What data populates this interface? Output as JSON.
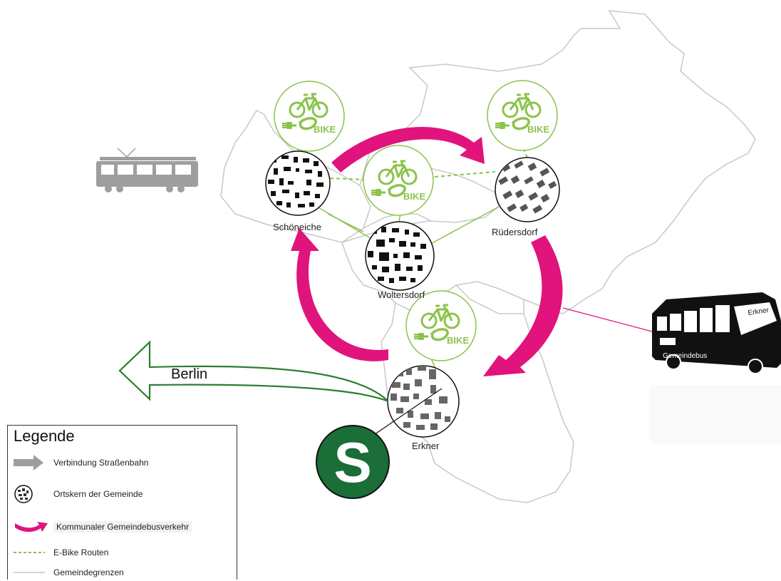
{
  "towns": {
    "schoeneiche": "Schöneiche",
    "woltersdorf": "Woltersdorf",
    "ruedersdorf": "Rüdersdorf",
    "erkner": "Erkner"
  },
  "bike_label": "BIKE",
  "berlin_label": "Berlin",
  "bus_labels": {
    "front": "Erkner",
    "side": "Gemeindebus"
  },
  "s_bahn_label": "S",
  "legend": {
    "title": "Legende",
    "items": [
      {
        "symbol": "grey-arrow",
        "label": "Verbindung Straßenbahn"
      },
      {
        "symbol": "town-core-circle",
        "label": "Ortskern der Gemeinde"
      },
      {
        "symbol": "magenta-arrow",
        "label": "Kommunaler Gemeindebusverkehr"
      },
      {
        "symbol": "green-dashed-line",
        "label": "E-Bike Routen"
      },
      {
        "symbol": "grey-line",
        "label": "Gemeindegrenzen"
      }
    ]
  },
  "colors": {
    "bus_route": "#e0147c",
    "ebike": "#8bc34a",
    "s_bahn": "#1b6e37",
    "berlin_arrow": "#2e7d32",
    "tram": "#9e9e9e",
    "boundary": "#c8c8c8"
  }
}
